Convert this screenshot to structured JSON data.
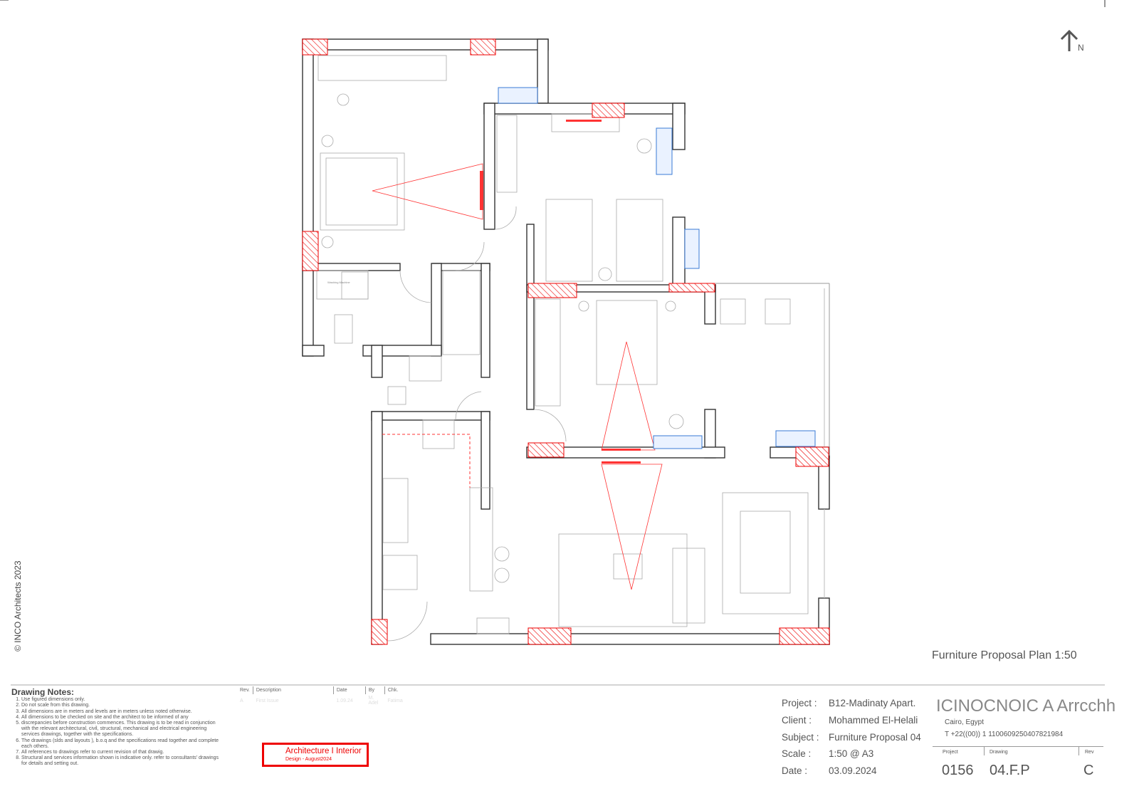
{
  "drawing": {
    "title": "Furniture Proposal Plan 1:50",
    "north_label": "N",
    "copyright": "© INCO Architects 2023",
    "appliance_label": "Washing Machine"
  },
  "notes": {
    "heading": "Drawing Notes:",
    "items": [
      "Use figured dimensions only.",
      "Do not scale from this drawing.",
      "All dimensions are in meters and levels are in meters unless noted otherwise.",
      "All dimensions to be checked on site and the architect to be informed of any",
      "discrepancies before construction commences. This drawing is to be read in conjunction with the relevant architectural, civil, structural, mechanical and electrical engineering services drawings, together with the specifications.",
      "The drawings (slds and layouts ), b.o.q and the specifications read together and complete each others.",
      "All references to drawings refer to current revision of that drawig.",
      "Structural and services information shown is indicative only. refer to consultants' drawings for details and setting out."
    ]
  },
  "revisions": {
    "headers": [
      "Rev.",
      "Description",
      "Date",
      "By",
      "Chk."
    ],
    "rows": [
      [
        "A",
        "First Issue",
        "1.09.24",
        "M. Adel",
        "Fatima"
      ]
    ]
  },
  "stamp": {
    "line1": "Architecture I Interior",
    "line2": "Design - August2024"
  },
  "title_block": {
    "project_label": "Project :",
    "project": "B12-Madinaty Apart.",
    "client_label": "Client :",
    "client": "Mohammed El-Helali",
    "subject_label": "Subject :",
    "subject": "Furniture Proposal 04",
    "scale_label": "Scale :",
    "scale": "1:50 @ A3",
    "date_label": "Date :",
    "date": "03.09.2024",
    "firm": "ICINOCNOIC A Arrcchh",
    "city": "Cairo, Egypt",
    "phone": "T +22((00)) 1 1100609250407821984",
    "project_no_label": "Project",
    "project_no": "0156",
    "drawing_no_label": "Drawing",
    "drawing_no": "04.F.P",
    "rev_label": "Rev",
    "rev": "C"
  },
  "colors": {
    "walls": "#333333",
    "columns": "#ee0000",
    "ac_units": "#3a7bd5",
    "furniture": "#aaaaaa"
  }
}
